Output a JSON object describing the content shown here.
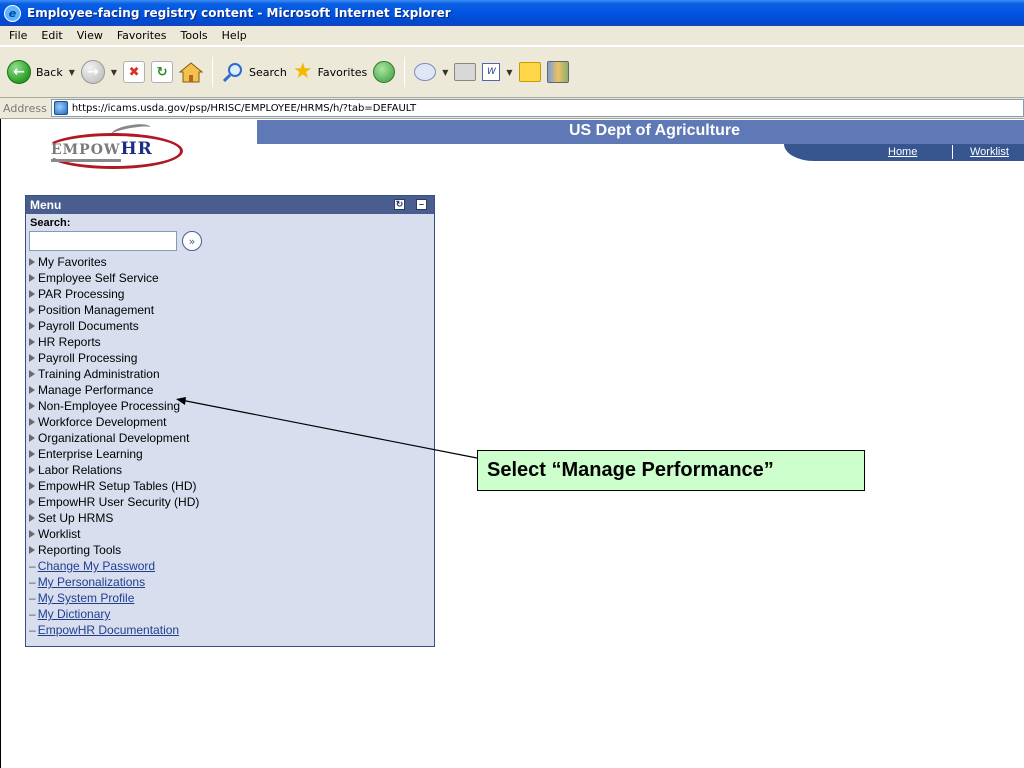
{
  "browser": {
    "window_title": "Employee-facing registry content - Microsoft Internet Explorer",
    "menu": [
      "File",
      "Edit",
      "View",
      "Favorites",
      "Tools",
      "Help"
    ],
    "toolbar": {
      "back_label": "Back",
      "search_label": "Search",
      "favorites_label": "Favorites"
    },
    "address_label": "Address",
    "url": "https://icams.usda.gov/psp/HRISC/EMPLOYEE/HRMS/h/?tab=DEFAULT"
  },
  "banner": {
    "logo_text_prefix": "EMPOW",
    "logo_text_suffix": "HR",
    "org_name": "US Dept of Agriculture",
    "links": [
      "Home",
      "Worklist"
    ]
  },
  "menu_portlet": {
    "title": "Menu",
    "search_label": "Search:",
    "search_value": "",
    "items": [
      "My Favorites",
      "Employee Self Service",
      "PAR Processing",
      "Position Management",
      "Payroll Documents",
      "HR Reports",
      "Payroll Processing",
      "Training Administration",
      "Manage Performance",
      "Non-Employee Processing",
      "Workforce Development",
      "Organizational Development",
      "Enterprise Learning",
      "Labor Relations",
      "EmpowHR Setup Tables (HD)",
      "EmpowHR User Security (HD)",
      "Set Up HRMS",
      "Worklist",
      "Reporting Tools"
    ],
    "links": [
      "Change My Password",
      "My Personalizations",
      "My System Profile",
      "My Dictionary",
      "EmpowHR Documentation"
    ]
  },
  "annotation": {
    "text": "Select “Manage Performance”",
    "color": "#ccffcc"
  },
  "colors": {
    "banner_blue": "#5e79b5",
    "menu_header": "#4a5d8f",
    "menu_bg": "#d8deee",
    "link": "#1f3f8f"
  }
}
